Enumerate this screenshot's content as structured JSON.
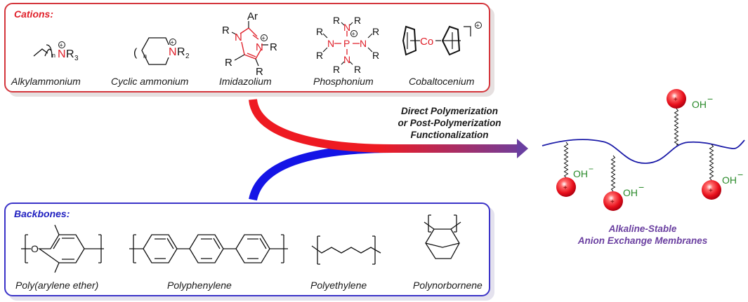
{
  "cations": {
    "title": "Cations:",
    "items": [
      {
        "label": "Alkylammonium",
        "atoms": {
          "n": "n",
          "N": "N",
          "R3": "R",
          "sub": "3",
          "charge": "+"
        }
      },
      {
        "label": "Cyclic ammonium",
        "atoms": {
          "paren": "(",
          "n": "n",
          "N": "N",
          "R": "R",
          "sub": "2",
          "charge": "+"
        }
      },
      {
        "label": "Imidazolium",
        "atoms": {
          "Ar": "Ar",
          "R": "R",
          "N": "N",
          "charge": "+"
        }
      },
      {
        "label": "Phosphonium",
        "atoms": {
          "R": "R",
          "N": "N",
          "P": "P",
          "charge": "+"
        }
      },
      {
        "label": "Cobaltocenium",
        "atoms": {
          "Co": "Co",
          "charge": "+"
        }
      }
    ]
  },
  "backbones": {
    "title": "Backbones:",
    "items": [
      {
        "label": "Poly(arylene ether)",
        "atoms": {
          "O": "O"
        }
      },
      {
        "label": "Polyphenylene"
      },
      {
        "label": "Polyethylene"
      },
      {
        "label": "Polynorbornene"
      }
    ]
  },
  "process": {
    "lines": [
      "Direct Polymerization",
      "or Post-Polymerization",
      "Functionalization"
    ]
  },
  "membrane": {
    "counterion": "OH",
    "counterion_charge": "−",
    "cation_charge": "+",
    "title_lines": [
      "Alkaline-Stable",
      "Anion Exchange Membranes"
    ]
  },
  "colors": {
    "cation_red": "#e0202a",
    "backbone_blue": "#2020c0",
    "arrow_purple": "#6a3fa0",
    "hydroxide_green": "#2a8a2a",
    "membrane_chain": "#1c1ca8"
  }
}
